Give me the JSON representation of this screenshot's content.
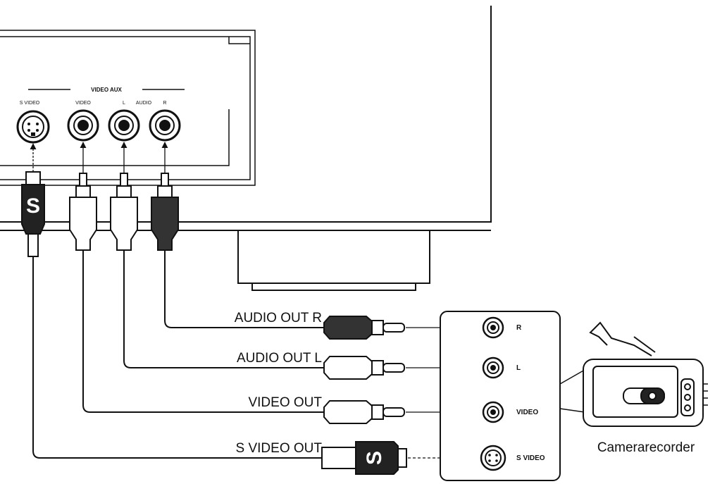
{
  "tv_panel": {
    "group_label": "VIDEO AUX",
    "jacks": {
      "svideo": "S VIDEO",
      "video": "VIDEO",
      "audio_l": "L",
      "audio": "AUDIO",
      "audio_r": "R"
    }
  },
  "cables": {
    "audio_out_r": "AUDIO OUT R",
    "audio_out_l": "AUDIO OUT L",
    "video_out": "VIDEO OUT",
    "s_video_out": "S VIDEO OUT",
    "s_plug_letter": "S"
  },
  "camcorder_panel": {
    "jack_r": "R",
    "jack_l": "L",
    "jack_video": "VIDEO",
    "jack_svideo": "S VIDEO"
  },
  "camcorder": {
    "caption": "Camerarecorder"
  },
  "colors": {
    "line": "#111111",
    "dark_plug": "#333333"
  }
}
